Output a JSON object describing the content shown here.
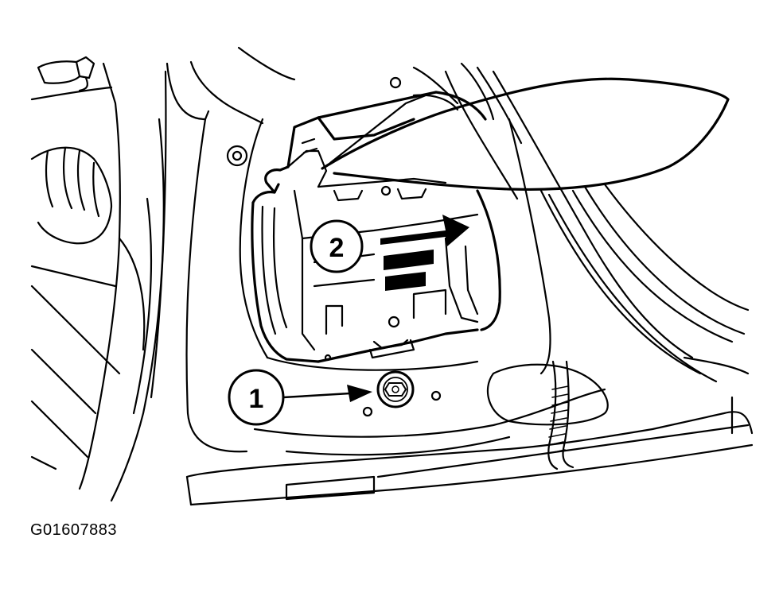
{
  "figure": {
    "id": "G01607883",
    "callouts": [
      {
        "number": "1"
      },
      {
        "number": "2"
      }
    ]
  }
}
